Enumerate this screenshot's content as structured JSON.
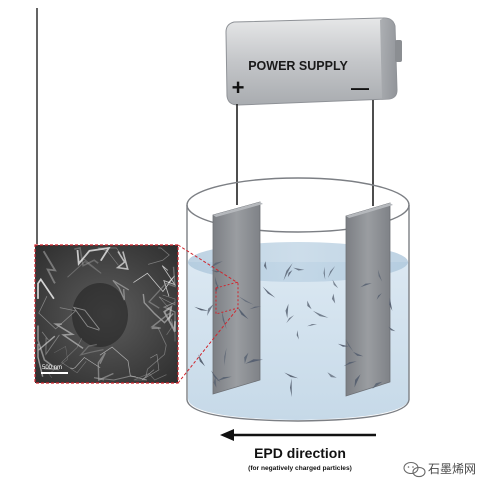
{
  "power_supply": {
    "label": "POWER SUPPLY",
    "plus_sign": "+",
    "minus_sign": "—"
  },
  "inset": {
    "scale_label": "500 nm"
  },
  "direction": {
    "title": "EPD direction",
    "subtitle": "(for negatively charged particles)"
  },
  "watermark": {
    "text": "石墨烯网"
  },
  "colors": {
    "solution_light": "#cfe0ee",
    "solution_dark": "#9fbdd6",
    "electrode": "#8d8f93",
    "particle": "#5a6270",
    "inset_outline": "#d0262e",
    "power_body": "#bfc1c4"
  }
}
